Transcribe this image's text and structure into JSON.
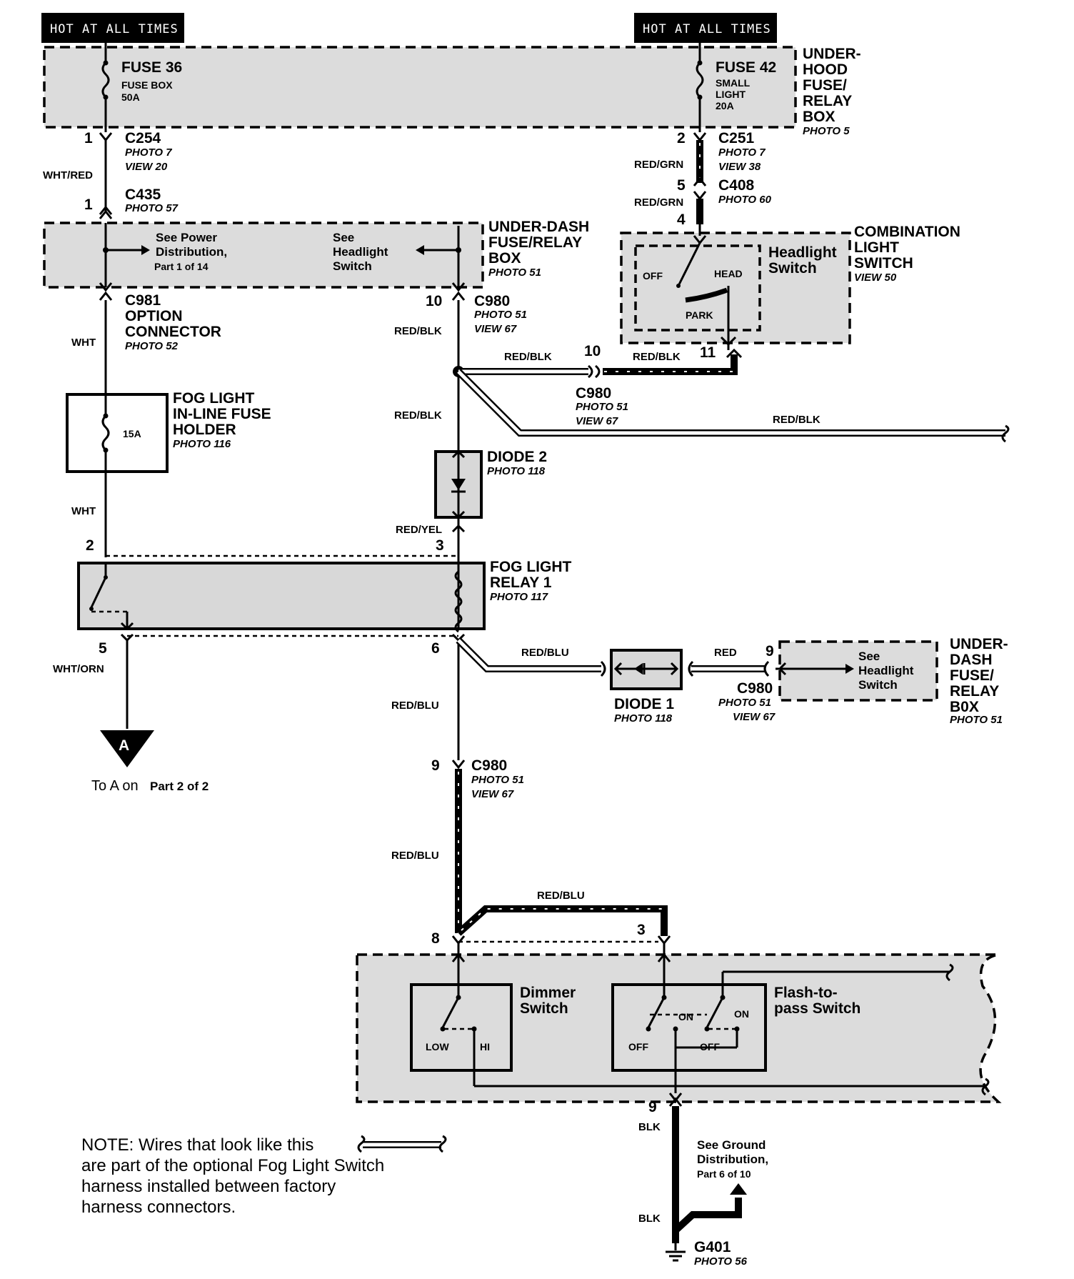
{
  "headers": {
    "left": "HOT AT ALL TIMES",
    "right": "HOT AT ALL TIMES"
  },
  "fuse36": {
    "name": "FUSE 36",
    "line1": "FUSE BOX",
    "line2": "50A"
  },
  "fuse42": {
    "name": "FUSE 42",
    "line1": "SMALL",
    "line2": "LIGHT",
    "line3": "20A"
  },
  "underhood": {
    "lines": [
      "UNDER-",
      "HOOD",
      "FUSE/",
      "RELAY",
      "BOX"
    ],
    "photo": "PHOTO 5"
  },
  "c254": {
    "pin": "1",
    "name": "C254",
    "photo": "PHOTO 7",
    "view": "VIEW 20"
  },
  "c435": {
    "pin": "1",
    "name": "C435",
    "photo": "PHOTO 57"
  },
  "c251": {
    "pin": "2",
    "name": "C251",
    "photo": "PHOTO 7",
    "view": "VIEW 38"
  },
  "c408": {
    "pin_top": "5",
    "pin_bottom": "4",
    "name": "C408",
    "photo": "PHOTO 60"
  },
  "wires": {
    "wht_red": "WHT/RED",
    "red_grn": "RED/GRN",
    "wht": "WHT",
    "red_blk": "RED/BLK",
    "red_yel": "RED/YEL",
    "wht_orn": "WHT/ORN",
    "red_blu": "RED/BLU",
    "red": "RED",
    "blk": "BLK"
  },
  "underdash1": {
    "lines": [
      "UNDER-DASH",
      "FUSE/RELAY",
      "BOX"
    ],
    "photo": "PHOTO 51",
    "power_see": "See Power",
    "power_dist": "Distribution,",
    "power_part": "Part 1 of 14",
    "hl_see": "See",
    "hl_headlight": "Headlight",
    "hl_switch": "Switch"
  },
  "combo": {
    "lines": [
      "COMBINATION",
      "LIGHT",
      "SWITCH"
    ],
    "view": "VIEW 50",
    "sw_title1": "Headlight",
    "sw_title2": "Switch",
    "off": "OFF",
    "head": "HEAD",
    "park": "PARK"
  },
  "c981": {
    "name": "C981",
    "l2": "OPTION",
    "l3": "CONNECTOR",
    "photo": "PHOTO 52"
  },
  "c980a": {
    "pin": "10",
    "name": "C980",
    "photo": "PHOTO 51",
    "view": "VIEW 67"
  },
  "c980b": {
    "pin_left": "10",
    "pin_right": "11",
    "name": "C980",
    "photo": "PHOTO 51",
    "view": "VIEW 67"
  },
  "fog_fuse": {
    "lines": [
      "FOG LIGHT",
      "IN-LINE FUSE",
      "HOLDER"
    ],
    "photo": "PHOTO 116",
    "rating": "15A"
  },
  "diode2": {
    "name": "DIODE 2",
    "photo": "PHOTO 118"
  },
  "relay": {
    "pin2": "2",
    "pin3": "3",
    "pin5": "5",
    "pin6": "6",
    "lines": [
      "FOG LIGHT",
      "RELAY 1"
    ],
    "photo": "PHOTO 117"
  },
  "diode1": {
    "name": "DIODE 1",
    "photo": "PHOTO 118"
  },
  "c980c": {
    "pin": "9",
    "name": "C980",
    "photo": "PHOTO 51",
    "view": "VIEW 67"
  },
  "underdash2": {
    "lines": [
      "UNDER-",
      "DASH",
      "FUSE/",
      "RELAY",
      "B0X"
    ],
    "photo": "PHOTO 51",
    "see": "See",
    "headlight": "Headlight",
    "switch": "Switch"
  },
  "ground_a": {
    "letter": "A",
    "to": "To A on",
    "part": "Part 2 of 2"
  },
  "c980d": {
    "pin": "9",
    "name": "C980",
    "photo": "PHOTO 51",
    "view": "VIEW 67"
  },
  "pins": {
    "p8": "8",
    "p3": "3",
    "p9": "9"
  },
  "dimmer": {
    "title1": "Dimmer",
    "title2": "Switch",
    "low": "LOW",
    "hi": "HI"
  },
  "flash": {
    "title1": "Flash-to-",
    "title2": "pass Switch",
    "on1": "ON",
    "on2": "ON",
    "off1": "OFF",
    "off2": "OFF"
  },
  "gnd_dist": {
    "line1": "See Ground",
    "line2": "Distribution,",
    "line3": "Part 6 of 10"
  },
  "g401": {
    "name": "G401",
    "photo": "PHOTO 56"
  },
  "note": {
    "line1": "NOTE: Wires that look like this",
    "line2": "are part of the optional Fog Light Switch",
    "line3": "harness installed between factory",
    "line4": "harness connectors."
  }
}
